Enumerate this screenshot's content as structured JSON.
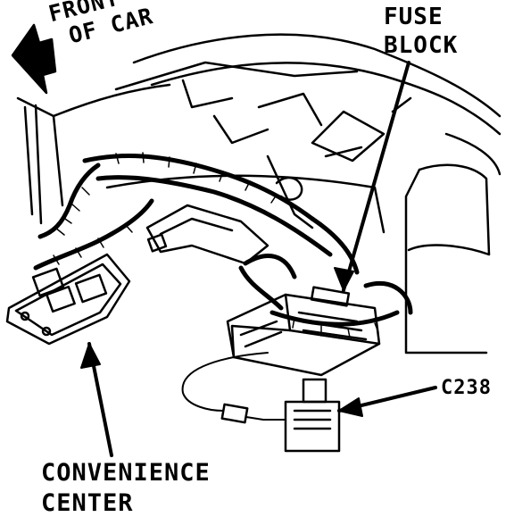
{
  "labels": {
    "front_line1": "FRONT",
    "front_line2": "OF CAR",
    "fuse_line1": "FUSE",
    "fuse_line2": "BLOCK",
    "connector": "C238",
    "convenience_line1": "CONVENIENCE",
    "convenience_line2": "CENTER"
  },
  "colors": {
    "ink": "#000000",
    "paper": "#ffffff"
  }
}
